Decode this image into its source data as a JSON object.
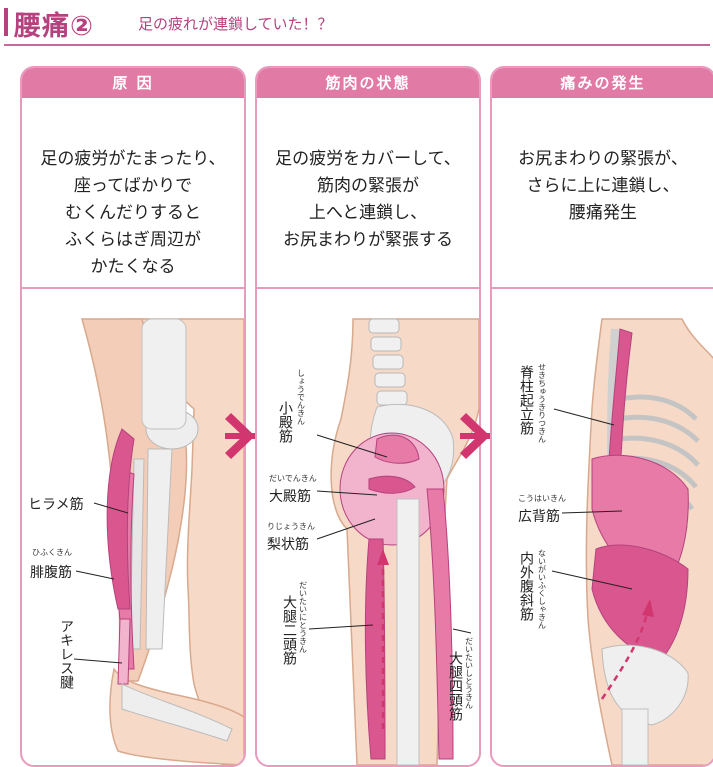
{
  "header": {
    "title": "腰痛②",
    "subtitle": "足の疲れが連鎖していた！？"
  },
  "colors": {
    "accent": "#b5427e",
    "tab": "#e27aa6",
    "border": "#e89bbd",
    "muscle": "#d9578e",
    "skin": "#f6d9c6"
  },
  "panels": [
    {
      "tab": "原 因",
      "lines": [
        "足の疲労がたまったり、",
        "座ってばかりで",
        "むくんだりすると",
        "ふくらはぎ周辺が",
        "かたくなる"
      ],
      "labels": {
        "hirame": "ヒラメ筋",
        "hifuku_ruby": "ひふくきん",
        "hifuku": "腓腹筋",
        "achilles": "アキレス腱"
      }
    },
    {
      "tab": "筋肉の状態",
      "lines": [
        "足の疲労をカバーして、",
        "筋肉の緊張が",
        "上へと連鎖し、",
        "お尻まわりが緊張する"
      ],
      "labels": {
        "shoden_ruby": "しょうでんきん",
        "shoden": "小殿筋",
        "daiden_ruby": "だいでんきん",
        "daiden": "大殿筋",
        "rijo_ruby": "りじょうきん",
        "rijo": "梨状筋",
        "nito_ruby": "だいたいにとうきん",
        "nito": "大腿二頭筋",
        "shito_ruby": "だいたいしとうきん",
        "shito": "大腿四頭筋"
      }
    },
    {
      "tab": "痛みの発生",
      "lines": [
        "お尻まわりの緊張が、",
        "さらに上に連鎖し、",
        "腰痛発生"
      ],
      "labels": {
        "sekichu_ruby": "せきちゅうきりつきん",
        "sekichu": "脊柱起立筋",
        "kohai_ruby": "こうはいきん",
        "kohai": "広背筋",
        "naigai_ruby": "ないがいふくしゃきん",
        "naigai": "内外腹斜筋"
      }
    }
  ]
}
